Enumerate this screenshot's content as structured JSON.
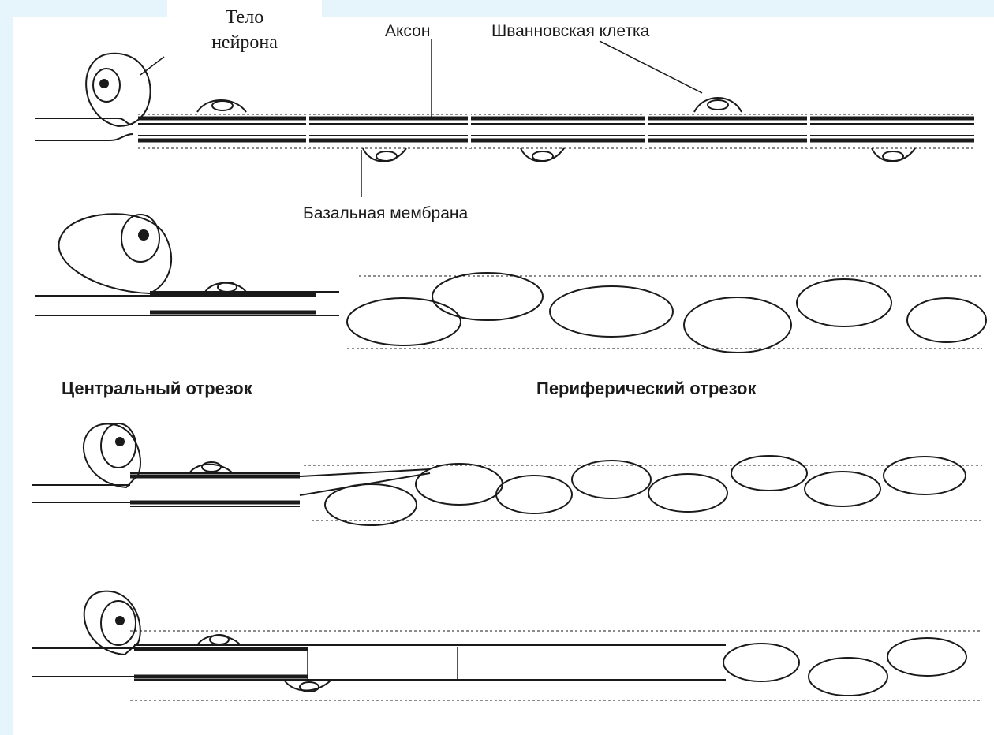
{
  "labels": {
    "neuron_body_line1": "Тело",
    "neuron_body_line2": "нейрона",
    "axon": "Аксон",
    "schwann_cell": "Шванновская клетка",
    "basal_membrane": "Базальная мембрана",
    "central_segment": "Центральный отрезок",
    "peripheral_segment": "Периферический отрезок"
  },
  "colors": {
    "page_background": "#e6f4fb",
    "figure_background": "#ffffff",
    "line": "#1a1a1a"
  }
}
